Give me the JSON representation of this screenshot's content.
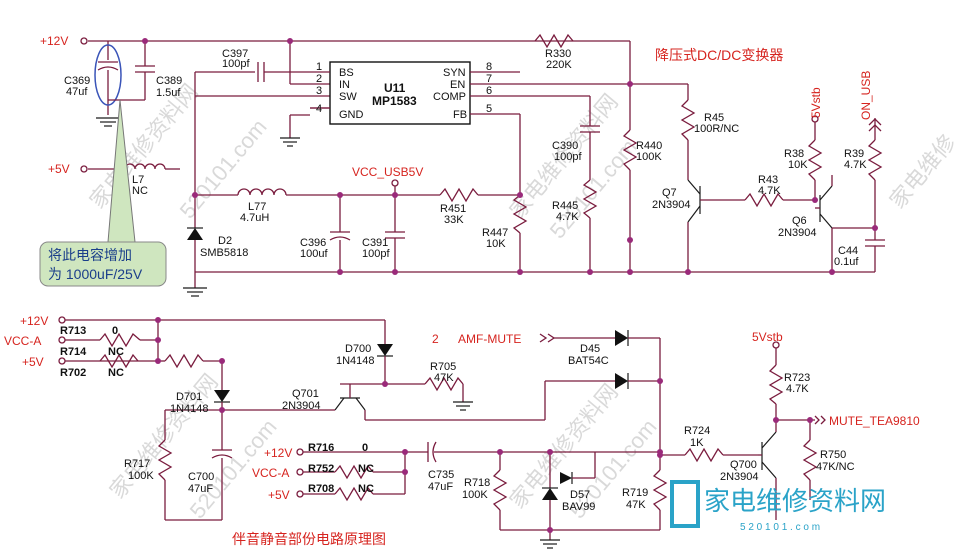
{
  "top": {
    "title": "降压式DC/DC变换器",
    "ic": {
      "ref": "U11",
      "part": "MP1583",
      "pins_left": [
        {
          "num": "1",
          "name": "BS"
        },
        {
          "num": "2",
          "name": "IN"
        },
        {
          "num": "3",
          "name": "SW"
        },
        {
          "num": "4",
          "name": "GND"
        }
      ],
      "pins_right": [
        {
          "num": "8",
          "name": "SYN"
        },
        {
          "num": "7",
          "name": "EN"
        },
        {
          "num": "6",
          "name": "COMP"
        },
        {
          "num": "5",
          "name": "FB"
        }
      ]
    },
    "rails": {
      "p12": "+12V",
      "p5": "+5V",
      "vcc_usb": "VCC_USB5V",
      "v5stb": "5Vstb",
      "on_usb": "ON_USB"
    },
    "components": {
      "c369": [
        "C369",
        "47uf"
      ],
      "c389": [
        "C389",
        "1.5uf"
      ],
      "c397": [
        "C397",
        "100pf"
      ],
      "r330": [
        "R330",
        "220K"
      ],
      "l7": [
        "L7",
        "NC"
      ],
      "l77": [
        "L77",
        "4.7uH"
      ],
      "d2": [
        "D2",
        "SMB5818"
      ],
      "c396": [
        "C396",
        "100uf"
      ],
      "c391": [
        "C391",
        "100pf"
      ],
      "r451": [
        "R451",
        "33K"
      ],
      "r447": [
        "R447",
        "10K"
      ],
      "c390": [
        "C390",
        "100pf"
      ],
      "r445": [
        "R445",
        "4.7K"
      ],
      "r440": [
        "R440",
        "100K"
      ],
      "r45": [
        "R45",
        "100R/NC"
      ],
      "q7": [
        "Q7",
        "2N3904"
      ],
      "r43": [
        "R43",
        "4.7K"
      ],
      "r38": [
        "R38",
        "10K"
      ],
      "r39": [
        "R39",
        "4.7K"
      ],
      "q6": [
        "Q6",
        "2N3904"
      ],
      "c44": [
        "C44",
        "0.1uf"
      ]
    },
    "note": [
      "将此电容增加",
      "为 1000uF/25V"
    ]
  },
  "bottom": {
    "title": "伴音静音部份电路原理图",
    "label_2": "2",
    "amf_mute": "AMF-MUTE",
    "mute_out": "MUTE_TEA9810",
    "rails": {
      "p12": "+12V",
      "vcca": "VCC-A",
      "p5": "+5V",
      "v5stb": "5Vstb"
    },
    "components": {
      "r713": [
        "R713",
        "0"
      ],
      "r714": [
        "R714",
        "NC"
      ],
      "r702": [
        "R702",
        "NC"
      ],
      "d700": [
        "D700",
        "1N4148"
      ],
      "r705": [
        "R705",
        "47K"
      ],
      "q701": [
        "Q701",
        "2N3904"
      ],
      "d701": [
        "D701",
        "1N4148"
      ],
      "r717": [
        "R717",
        "100K"
      ],
      "c700": [
        "C700",
        "47uF"
      ],
      "r716": [
        "R716",
        "0"
      ],
      "r752": [
        "R752",
        "NC"
      ],
      "r708": [
        "R708",
        "NC"
      ],
      "c735": [
        "C735",
        "47uF"
      ],
      "r718": [
        "R718",
        "100K"
      ],
      "d57": [
        "D57",
        "BAV99"
      ],
      "r719": [
        "R719",
        "47K"
      ],
      "d45": [
        "D45",
        "BAT54C"
      ],
      "r724": [
        "R724",
        "1K"
      ],
      "q700": [
        "Q700",
        "2N3904"
      ],
      "r723": [
        "R723",
        "4.7K"
      ],
      "r750": [
        "R750",
        "47K/NC"
      ]
    }
  },
  "logo": {
    "text": "家电维修资料网",
    "url": "5 2 0 1 0 1 . c o m"
  },
  "colors": {
    "wire": "#7a1c3e",
    "rail_text": "#d6241f",
    "note_bg": "#cfe6bf",
    "logo": "#2aa3c8"
  }
}
